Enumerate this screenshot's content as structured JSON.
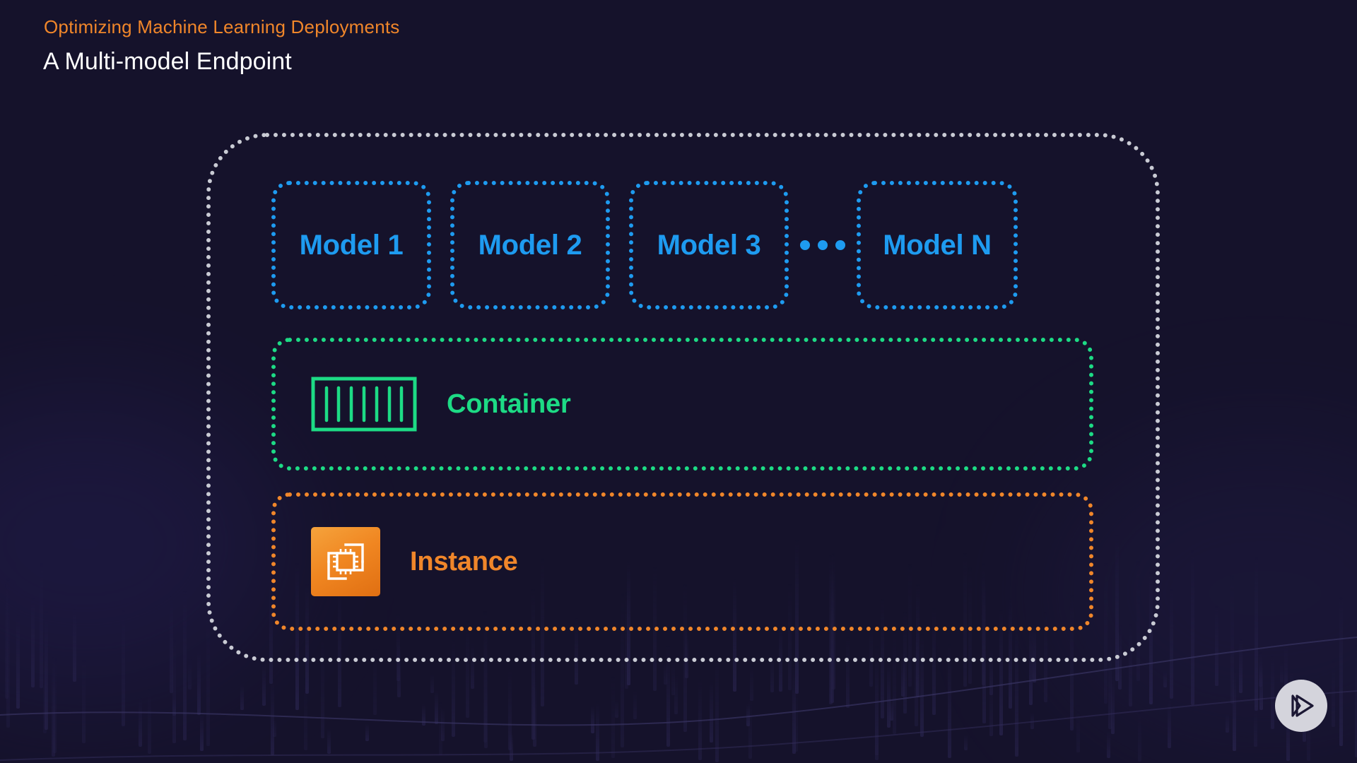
{
  "slide": {
    "kicker": "Optimizing Machine Learning Deployments",
    "headline": "A Multi-model Endpoint",
    "background_color": "#15122b"
  },
  "colors": {
    "accent_orange": "#f0862a",
    "accent_blue": "#1e9bf0",
    "accent_green": "#1ddb85",
    "outer_gray": "#c9cbd4",
    "title_white": "#ffffff",
    "badge_gray": "#d4d4dc"
  },
  "diagram": {
    "outer_label": "endpoint-boundary",
    "models": [
      {
        "label": "Model 1",
        "icon": "dashed-box-icon"
      },
      {
        "label": "Model 2",
        "icon": "dashed-box-icon"
      },
      {
        "label": "Model 3",
        "icon": "dashed-box-icon"
      },
      {
        "label": "Model N",
        "icon": "dashed-box-icon"
      }
    ],
    "ellipsis": "•••",
    "bands": [
      {
        "label": "Container",
        "icon": "container-icon",
        "color": "#1ddb85"
      },
      {
        "label": "Instance",
        "icon": "ec2-instance-icon",
        "color": "#f0862a"
      }
    ]
  },
  "badge": {
    "icon": "double-play-logo-icon"
  }
}
